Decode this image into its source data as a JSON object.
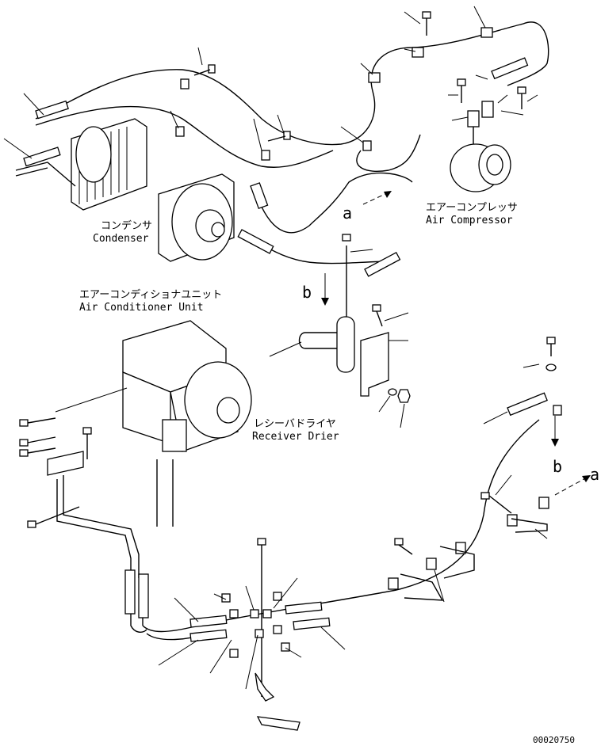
{
  "labels": {
    "condenser_jp": "コンデンサ",
    "condenser_en": "Condenser",
    "compressor_jp": "エアーコンプレッサ",
    "compressor_en": "Air Compressor",
    "ac_unit_jp": "エアーコンディショナユニット",
    "ac_unit_en": "Air Conditioner Unit",
    "receiver_jp": "レシーバドライヤ",
    "receiver_en": "Receiver Drier",
    "ref_a_top": "a",
    "ref_b_top": "b",
    "ref_b_right": "b",
    "ref_a_right": "a",
    "drawing_number": "00020750"
  }
}
